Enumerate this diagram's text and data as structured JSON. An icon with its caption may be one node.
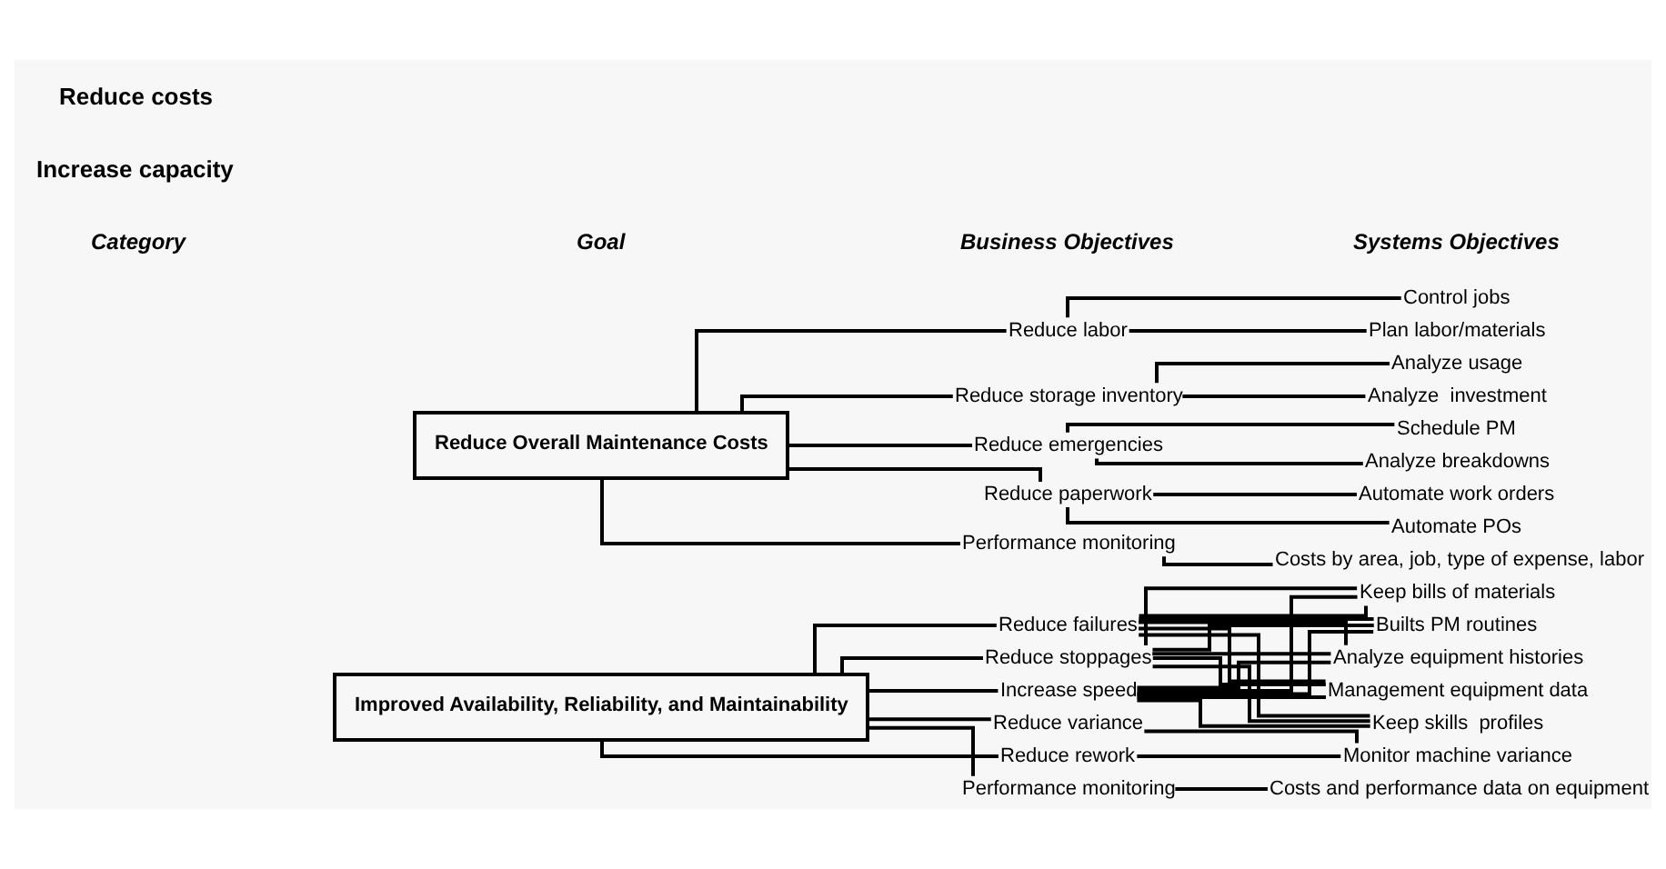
{
  "diagram": {
    "nodes": [
      {
        "text": [
          "Improved Availability, Reliability, and Maintainability"
        ]
      },
      {
        "text": [
          "Reduce Overall Maintenance Costs"
        ]
      },
      {
        "text": [
          "Reduce failures"
        ]
      },
      {
        "text": [
          "Reduce stoppages"
        ]
      },
      {
        "text": [
          "Increase speed"
        ]
      },
      {
        "text": [
          "Reduce variance"
        ]
      },
      {
        "text": [
          "Reduce rework"
        ]
      },
      {
        "text": [
          "Performance monitoring"
        ]
      },
      {
        "text": [
          "Reduce labor"
        ]
      },
      {
        "text": [
          "Reduce storage inventory"
        ]
      },
      {
        "text": [
          "Reduce emergencies"
        ]
      },
      {
        "text": [
          "Reduce paperwork"
        ]
      },
      {
        "text": [
          "Performance monitoring"
        ]
      },
      {
        "text": [
          "Analyze equipment histories"
        ]
      },
      {
        "text": [
          "Management equipment data"
        ]
      },
      {
        "text": [
          "Keep skills  profiles"
        ]
      },
      {
        "text": [
          "Keep bills of materials"
        ]
      },
      {
        "text": [
          "Builts PM routines"
        ]
      },
      {
        "text": [
          "Monitor machine variance"
        ]
      },
      {
        "text": [
          "Costs and performance data on equipment"
        ]
      },
      {
        "text": [
          "Control jobs"
        ]
      },
      {
        "text": [
          "Plan labor/materials"
        ]
      },
      {
        "text": [
          "Analyze usage"
        ]
      },
      {
        "text": [
          "Analyze  investment"
        ]
      },
      {
        "text": [
          "Schedule PM"
        ]
      },
      {
        "text": [
          "Analyze breakdowns"
        ]
      },
      {
        "text": [
          "Automate work orders"
        ]
      },
      {
        "text": [
          "Automate POs"
        ]
      },
      {
        "text": [
          "Costs by area, job, type of expense, labor"
        ]
      }
    ],
    "edges": [
      {
        "from": 0,
        "to": 2,
        "arrow": "none"
      },
      {
        "from": 0,
        "to": 3,
        "arrow": "none"
      },
      {
        "from": 0,
        "to": 4,
        "arrow": "none"
      },
      {
        "from": 0,
        "to": 5,
        "arrow": "none"
      },
      {
        "from": 0,
        "to": 6,
        "arrow": "none"
      },
      {
        "from": 0,
        "to": 7,
        "arrow": "none"
      },
      {
        "from": 1,
        "to": 8,
        "arrow": "none"
      },
      {
        "from": 1,
        "to": 9,
        "arrow": "none"
      },
      {
        "from": 1,
        "to": 10,
        "arrow": "none"
      },
      {
        "from": 1,
        "to": 11,
        "arrow": "none"
      },
      {
        "from": 1,
        "to": 12,
        "arrow": "none"
      },
      {
        "from": 2,
        "to": 13,
        "arrow": "none"
      },
      {
        "from": 2,
        "to": 14,
        "arrow": "none"
      },
      {
        "from": 2,
        "to": 15,
        "arrow": "none"
      },
      {
        "from": 2,
        "to": 16,
        "arrow": "none"
      },
      {
        "from": 2,
        "to": 17,
        "arrow": "none"
      },
      {
        "from": 3,
        "to": 13,
        "arrow": "none"
      },
      {
        "from": 3,
        "to": 14,
        "arrow": "none"
      },
      {
        "from": 3,
        "to": 15,
        "arrow": "none"
      },
      {
        "from": 3,
        "to": 16,
        "arrow": "none"
      },
      {
        "from": 3,
        "to": 17,
        "arrow": "none"
      },
      {
        "from": 4,
        "to": 13,
        "arrow": "none"
      },
      {
        "from": 4,
        "to": 14,
        "arrow": "none"
      },
      {
        "from": 4,
        "to": 15,
        "arrow": "none"
      },
      {
        "from": 4,
        "to": 16,
        "arrow": "none"
      },
      {
        "from": 4,
        "to": 17,
        "arrow": "none"
      },
      {
        "from": 5,
        "to": 18,
        "arrow": "none"
      },
      {
        "from": 6,
        "to": 18,
        "arrow": "none"
      },
      {
        "from": 7,
        "to": 19,
        "arrow": "none"
      },
      {
        "from": 8,
        "to": 20,
        "arrow": "none"
      },
      {
        "from": 8,
        "to": 21,
        "arrow": "none"
      },
      {
        "from": 9,
        "to": 22,
        "arrow": "none"
      },
      {
        "from": 9,
        "to": 23,
        "arrow": "none"
      },
      {
        "from": 10,
        "to": 24,
        "arrow": "none"
      },
      {
        "from": 10,
        "to": 25,
        "arrow": "none"
      },
      {
        "from": 11,
        "to": 26,
        "arrow": "none"
      },
      {
        "from": 11,
        "to": 27,
        "arrow": "none"
      },
      {
        "from": 12,
        "to": 28,
        "arrow": "none"
      }
    ],
    "labels": [
      "Category",
      "Goal",
      "Business Objectives",
      "Systems Objectives",
      "Increase capacity",
      "Reduce costs"
    ]
  }
}
